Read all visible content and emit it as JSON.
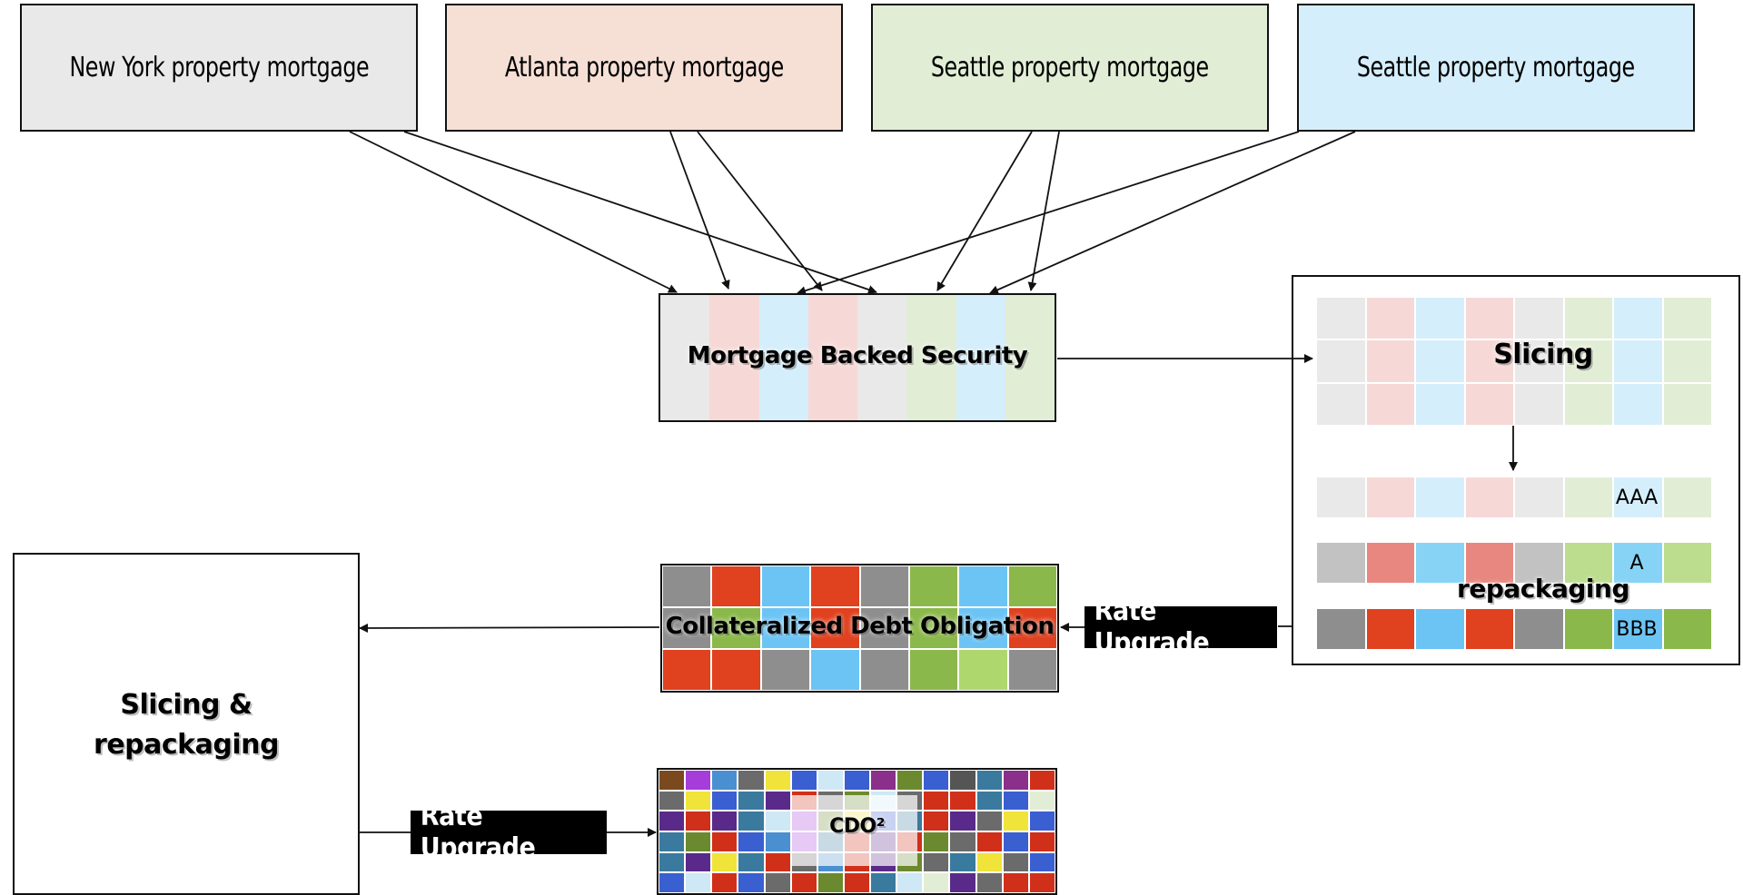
{
  "sources": [
    {
      "label": "New York property mortgage",
      "color": "#e9e9e9"
    },
    {
      "label": "Atlanta property mortgage",
      "color": "#f6e0d6"
    },
    {
      "label": "Seattle property mortgage",
      "color": "#e2edd6"
    },
    {
      "label": "Seattle property mortgage",
      "color": "#d5eefb"
    }
  ],
  "mbs": {
    "label": "Mortgage Backed Security",
    "colors": [
      "#e9e9e9",
      "#f6d9d6",
      "#d5eefb",
      "#f6d9d6",
      "#e9e9e9",
      "#e2edd6",
      "#d5eefb",
      "#e2edd6"
    ]
  },
  "slicing": {
    "title": "Slicing",
    "repack_label": "repackaging",
    "grid_colors": [
      "#e9e9e9",
      "#f6d9d6",
      "#d5eefb",
      "#f6d9d6",
      "#e9e9e9",
      "#e2edd6",
      "#d5eefb",
      "#e2edd6"
    ],
    "tranches": [
      {
        "rating": "AAA",
        "colors": [
          "#e9e9e9",
          "#f6d9d6",
          "#d5eefb",
          "#f6d9d6",
          "#e9e9e9",
          "#e2edd6",
          "#d5eefb",
          "#e2edd6"
        ]
      },
      {
        "rating": "A",
        "colors": [
          "#c2c2c2",
          "#e8877f",
          "#86d3f5",
          "#e8877f",
          "#c2c2c2",
          "#bcdc8e",
          "#86d3f5",
          "#bcdc8e"
        ]
      },
      {
        "rating": "BBB",
        "colors": [
          "#8e8e8e",
          "#e0411f",
          "#6cc4f4",
          "#e0411f",
          "#8e8e8e",
          "#8bb84a",
          "#6cc4f4",
          "#8bb84a"
        ]
      }
    ]
  },
  "rate_upgrade_label": "Rate Upgrade",
  "cdo": {
    "label": "Collateralized Debt Obligation",
    "colors": [
      "#8e8e8e",
      "#e0411f",
      "#6cc4f4",
      "#e0411f",
      "#8e8e8e",
      "#8bb84a",
      "#6cc4f4",
      "#8bb84a",
      "#8e8e8e",
      "#8bb84a",
      "#6cc4f4",
      "#e0411f",
      "#8e8e8e",
      "#8bb84a",
      "#6cc4f4",
      "#e0411f",
      "#e0411f",
      "#e0411f",
      "#8e8e8e",
      "#6cc4f4",
      "#8e8e8e",
      "#8bb84a",
      "#aed86e",
      "#8e8e8e"
    ]
  },
  "slicing_repackaging": {
    "line1": "Slicing &",
    "line2": "repackaging"
  },
  "cdo2": {
    "label": "CDO²",
    "colors": [
      "#7a4a1e",
      "#a63ddb",
      "#4a8fd0",
      "#6b6b6b",
      "#f0e33a",
      "#3a5fd0",
      "#cfe8f5",
      "#3a5fd0",
      "#8a2f8a",
      "#6b8a2f",
      "#3a5fd0",
      "#555",
      "#3a7a9e",
      "#8a2f8a",
      "#d0301a",
      "#6b6b6b",
      "#f0e33a",
      "#3a5fd0",
      "#3a7a9e",
      "#5a2a8a",
      "#d0301a",
      "#6b6b6b",
      "#6b8a2f",
      "#cfe8f5",
      "#6b6b6b",
      "#d0301a",
      "#d0301a",
      "#3a7a9e",
      "#3a5fd0",
      "#e2edd6",
      "#5a2a8a",
      "#d0301a",
      "#5a2a8a",
      "#3a7a9e",
      "#cfe8f5",
      "#a63ddb",
      "#6b8a2f",
      "#f0e33a",
      "#3a5fd0",
      "#3a7a9e",
      "#d0301a",
      "#5a2a8a",
      "#6b6b6b",
      "#f0e33a",
      "#3a5fd0",
      "#3a7a9e",
      "#6b8a2f",
      "#d0301a",
      "#3a5fd0",
      "#4a8fd0",
      "#a63ddb",
      "#3a7a9e",
      "#d0301a",
      "#5a2a8a",
      "#d0301a",
      "#6b8a2f",
      "#6b6b6b",
      "#d0301a",
      "#3a5fd0",
      "#d0301a",
      "#3a7a9e",
      "#5a2a8a",
      "#f0e33a",
      "#3a7a9e",
      "#d0301a",
      "#6b6b6b",
      "#4a8fd0",
      "#d0301a",
      "#5a2a8a",
      "#6b8a2f",
      "#6b6b6b",
      "#3a7a9e",
      "#f0e33a",
      "#6b6b6b",
      "#3a5fd0",
      "#3a5fd0",
      "#cfe8f5",
      "#d0301a",
      "#3a5fd0",
      "#6b6b6b",
      "#d0301a",
      "#6b8a2f",
      "#d0301a",
      "#3a7a9e",
      "#cfe8f5",
      "#e2edd6",
      "#5a2a8a",
      "#6b6b6b",
      "#d0301a",
      "#d0301a"
    ]
  }
}
